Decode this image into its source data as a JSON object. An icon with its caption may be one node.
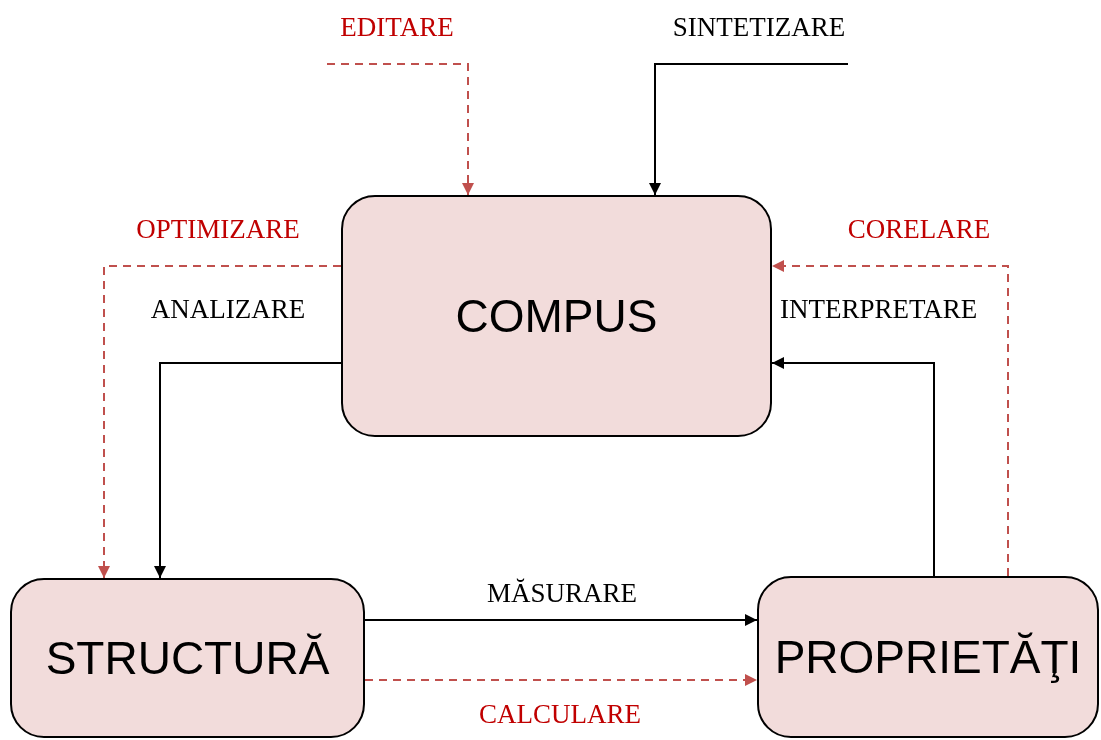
{
  "diagram": {
    "nodes": [
      {
        "text": [
          "COMPUS"
        ]
      },
      {
        "text": [
          "STRUCTURĂ"
        ]
      },
      {
        "text": [
          "PROPRIETĂŢI"
        ]
      }
    ],
    "edges": [
      {
        "from": null,
        "to": 0,
        "arrow": "to",
        "label": "EDITARE",
        "style": "dashed",
        "color": "#c0504d"
      },
      {
        "from": null,
        "to": 0,
        "arrow": "to",
        "label": "SINTETIZARE",
        "color": "#000000"
      },
      {
        "from": 0,
        "to": 1,
        "arrow": "to",
        "label": "OPTIMIZARE",
        "style": "dashed",
        "color": "#c0504d"
      },
      {
        "from": 0,
        "to": 1,
        "arrow": "to",
        "label": "ANALIZARE",
        "color": "#000000"
      },
      {
        "from": 1,
        "to": 2,
        "arrow": "to",
        "label": "MĂSURARE",
        "color": "#000000"
      },
      {
        "from": 1,
        "to": 2,
        "arrow": "to",
        "label": "CALCULARE",
        "style": "dashed",
        "color": "#c0504d"
      },
      {
        "from": 2,
        "to": 0,
        "arrow": "to",
        "label": "INTERPRETARE",
        "color": "#000000"
      },
      {
        "from": 2,
        "to": 0,
        "arrow": "to",
        "label": "CORELARE",
        "style": "dashed",
        "color": "#c0504d"
      }
    ]
  }
}
